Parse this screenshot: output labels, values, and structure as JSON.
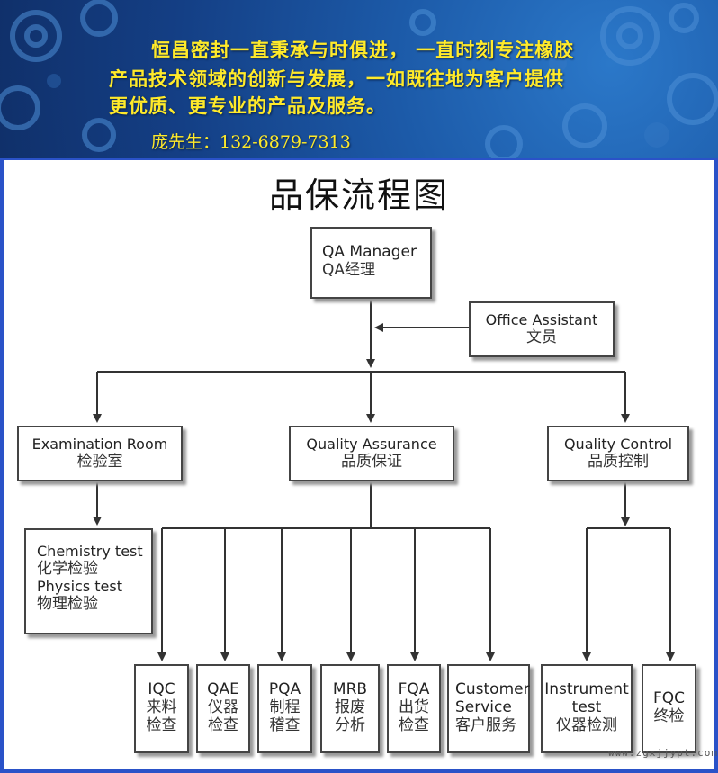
{
  "banner": {
    "line1": "恒昌密封一直秉承与时俱进，  一直时刻专注橡胶",
    "line2": "产品技术领域的创新与发展，一如既往地为客户提供",
    "line3": "更优质、更专业的产品及服务。",
    "contact": "庞先生：132-6879-7313"
  },
  "title": "品保流程图",
  "nodes": {
    "qa_manager": {
      "en": "QA Manager",
      "zh": "QA经理"
    },
    "office_assistant": {
      "en": "Office Assistant",
      "zh": "文员"
    },
    "examination_room": {
      "en": "Examination Room",
      "zh": "检验室"
    },
    "quality_assurance": {
      "en": "Quality Assurance",
      "zh": "品质保证"
    },
    "quality_control": {
      "en": "Quality Control",
      "zh": "品质控制"
    },
    "lab_tests": {
      "en1": "Chemistry test",
      "zh1": "化学检验",
      "en2": "Physics test",
      "zh2": "物理检验"
    },
    "iqc": {
      "en": "IQC",
      "zh1": "来料",
      "zh2": "检查"
    },
    "qae": {
      "en": "QAE",
      "zh1": "仪器",
      "zh2": "检查"
    },
    "pqa": {
      "en": "PQA",
      "zh1": "制程",
      "zh2": "稽查"
    },
    "mrb": {
      "en": "MRB",
      "zh1": "报废",
      "zh2": "分析"
    },
    "fqa": {
      "en": "FQA",
      "zh1": "出货",
      "zh2": "检查"
    },
    "customer_service": {
      "en1": "Customer",
      "en2": "Service",
      "zh": "客户服务"
    },
    "instrument_test": {
      "en1": "Instrument",
      "en2": "test",
      "zh": "仪器检测"
    },
    "fqc": {
      "en": "FQC",
      "zh": "终检"
    }
  },
  "watermark": "www.zgxjjypt.com",
  "colors": {
    "banner_text": "#ffea2a",
    "frame": "#2a52c8",
    "box_border": "#444444",
    "line": "#333333"
  }
}
